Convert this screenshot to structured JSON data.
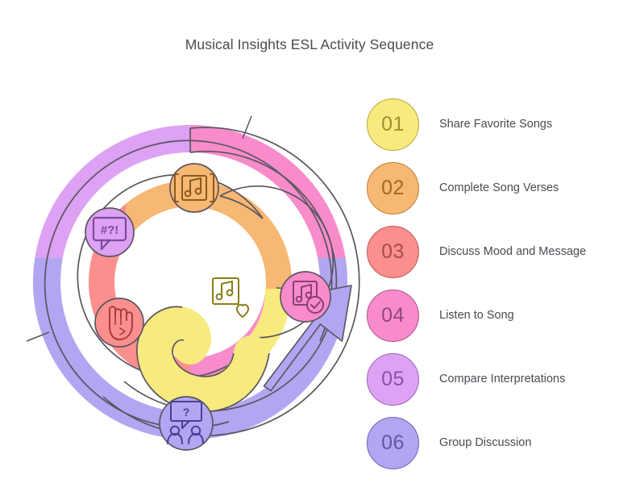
{
  "page": {
    "title": "Musical Insights ESL Activity Sequence",
    "background": "#ffffff",
    "title_color": "#4a4a52"
  },
  "legend": {
    "items": [
      {
        "number": "01",
        "label": "Share Favorite Songs",
        "fill": "#f7ea7e",
        "stroke": "#b7a93a",
        "text_color": "#9c8f2e"
      },
      {
        "number": "02",
        "label": "Complete Song Verses",
        "fill": "#f6b873",
        "stroke": "#b9823a",
        "text_color": "#a2682a"
      },
      {
        "number": "03",
        "label": "Discuss Mood and Message",
        "fill": "#fa8f8d",
        "stroke": "#bc5e5c",
        "text_color": "#a84d4b"
      },
      {
        "number": "04",
        "label": "Listen to Song",
        "fill": "#f88ccb",
        "stroke": "#a8548a",
        "text_color": "#92467a"
      },
      {
        "number": "05",
        "label": "Compare Interpretations",
        "fill": "#dda2f3",
        "stroke": "#9a63ba",
        "text_color": "#8553a8"
      },
      {
        "number": "06",
        "label": "Group Discussion",
        "fill": "#b1a6f2",
        "stroke": "#6f63b6",
        "text_color": "#6255a6"
      }
    ]
  },
  "spiral": {
    "description": "Inward spiral arrow with six colored segments and six icon nodes",
    "segments": [
      {
        "step": "06",
        "color": "#b1a6f2",
        "name": "group-discussion-segment",
        "ring": "outer",
        "position": "bottom"
      },
      {
        "step": "05",
        "color": "#dda2f3",
        "name": "compare-interpretations-segment",
        "ring": "outer",
        "position": "left"
      },
      {
        "step": "04",
        "color": "#f88ccb",
        "name": "listen-to-song-segment",
        "ring": "outer",
        "position": "right"
      },
      {
        "step": "03",
        "color": "#fa8f8d",
        "name": "discuss-mood-segment",
        "ring": "middle",
        "position": "left"
      },
      {
        "step": "02",
        "color": "#f6b873",
        "name": "complete-verses-segment",
        "ring": "middle",
        "position": "top"
      },
      {
        "step": "01",
        "color": "#f7ea7e",
        "name": "share-songs-segment",
        "ring": "inner",
        "position": "center"
      }
    ],
    "nodes": [
      {
        "icon": "speech-bubble-symbols-icon",
        "glyph": "#?!",
        "fill": "#dda2f3",
        "stroke": "#7b4a9e",
        "label_step": "05"
      },
      {
        "icon": "music-note-framed-icon",
        "fill": "#f6b873",
        "stroke": "#8a5a1e",
        "label_step": "02"
      },
      {
        "icon": "music-note-check-icon",
        "fill": "#f88ccb",
        "stroke": "#8a3f70",
        "label_step": "04"
      },
      {
        "icon": "music-note-heart-icon",
        "fill": "#f7ea7e",
        "stroke": "#8a7c18",
        "label_step": "01"
      },
      {
        "icon": "rock-hand-icon",
        "fill": "#fa8f8d",
        "stroke": "#a33f3d",
        "label_step": "03"
      },
      {
        "icon": "people-question-icon",
        "glyph": "?",
        "fill": "#b1a6f2",
        "stroke": "#4a3f94",
        "label_step": "06"
      }
    ],
    "arrow": {
      "name": "spiral-arrowhead",
      "color": "#b1a6f2",
      "direction": "up-right"
    },
    "outline_color": "#5a5560"
  }
}
